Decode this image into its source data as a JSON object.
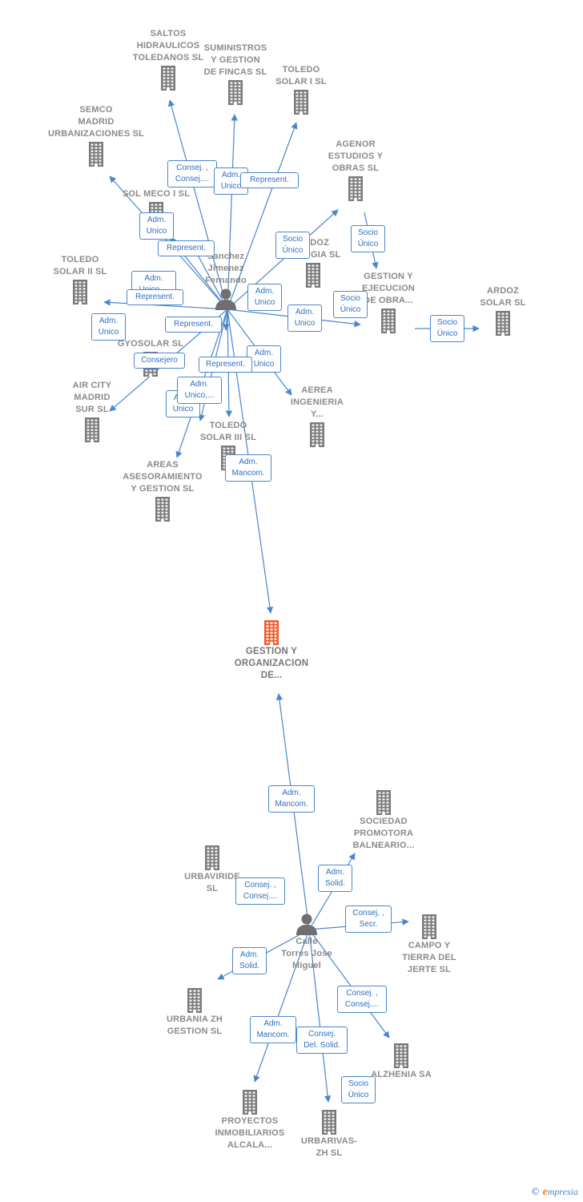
{
  "colors": {
    "link": "#4a86cf",
    "building": "#7a7a7a",
    "main_building": "#f05a28",
    "person": "#6f6f6f"
  },
  "nodes": [
    {
      "id": "saltos",
      "label": "SALTOS\nHIDRAULICOS\nTOLEDANOS SL",
      "icon": "building-icon"
    },
    {
      "id": "suministros",
      "label": "SUMINISTROS\nY GESTION\nDE FINCAS SL",
      "icon": "building-icon"
    },
    {
      "id": "toledo1",
      "label": "TOLEDO\nSOLAR I SL",
      "icon": "building-icon"
    },
    {
      "id": "semco",
      "label": "SEMCO\nMADRID\nURBANIZACIONES SL",
      "icon": "building-icon"
    },
    {
      "id": "agenor",
      "label": "AGENOR\nESTUDIOS Y\nOBRAS  SL",
      "icon": "building-icon"
    },
    {
      "id": "solmeco",
      "label": "SOL MECO I SL",
      "icon": "building-icon"
    },
    {
      "id": "ardozenergia",
      "label": "ARDOZ\nENERGIA  SL",
      "icon": "building-icon"
    },
    {
      "id": "toledo2",
      "label": "TOLEDO\nSOLAR II SL",
      "icon": "building-icon"
    },
    {
      "id": "gestionobra",
      "label": "GESTION Y\nEJECUCION\nDE OBRA...",
      "icon": "building-icon"
    },
    {
      "id": "ardozsolar",
      "label": "ARDOZ\nSOLAR  SL",
      "icon": "building-icon"
    },
    {
      "id": "gyosolar",
      "label": "GYOSOLAR SL",
      "icon": "building-icon"
    },
    {
      "id": "aircity",
      "label": "AIR CITY\nMADRID\nSUR  SL",
      "icon": "building-icon"
    },
    {
      "id": "aerea",
      "label": "AEREA\nINGENIERIA\nY...",
      "icon": "building-icon"
    },
    {
      "id": "toledo3",
      "label": "TOLEDO\nSOLAR III SL",
      "icon": "building-icon"
    },
    {
      "id": "areas",
      "label": "AREAS\nASESORAMIENTO\nY GESTION  SL",
      "icon": "building-icon"
    },
    {
      "id": "main",
      "label": "GESTION Y\nORGANIZACION\nDE...",
      "icon": "building-icon"
    },
    {
      "id": "sociedad",
      "label": "SOCIEDAD\nPROMOTORA\nBALNEARIO...",
      "icon": "building-icon"
    },
    {
      "id": "urbaviride",
      "label": "URBAVIRIDE\nSL",
      "icon": "building-icon"
    },
    {
      "id": "campo",
      "label": "CAMPO Y\nTIERRA DEL\nJERTE SL",
      "icon": "building-icon"
    },
    {
      "id": "urbaniazh",
      "label": "URBANIA ZH\nGESTION SL",
      "icon": "building-icon"
    },
    {
      "id": "alzhenia",
      "label": "ALZHENIA SA",
      "icon": "building-icon"
    },
    {
      "id": "proyectos",
      "label": "PROYECTOS\nINMOBILIARIOS\nALCALA...",
      "icon": "building-icon"
    },
    {
      "id": "urbarivas",
      "label": "URBARIVAS-\nZH  SL",
      "icon": "building-icon"
    },
    {
      "id": "sanchez",
      "label": "Sanchez\nJimenez\nFernando",
      "icon": "person-icon"
    },
    {
      "id": "calle",
      "label": "Calle\nTorres Jose\nMiguel",
      "icon": "person-icon"
    }
  ],
  "edge_labels": [
    {
      "text": "Consej. ,\nConsej...."
    },
    {
      "text": "Adm.\nUnico"
    },
    {
      "text": "Represent."
    },
    {
      "text": "Adm.\nUnico"
    },
    {
      "text": "Represent."
    },
    {
      "text": "Socio\nÚnico"
    },
    {
      "text": "Socio\nÚnico"
    },
    {
      "text": "Adm.\nUnico,..."
    },
    {
      "text": "Represent."
    },
    {
      "text": "Adm.\nUnico"
    },
    {
      "text": "Adm.\nUnico"
    },
    {
      "text": "Socio\nÚnico"
    },
    {
      "text": "Socio\nÚnico"
    },
    {
      "text": "Adm.\nUnico"
    },
    {
      "text": "Represent."
    },
    {
      "text": "Consejero"
    },
    {
      "text": "Adm.\nUnico"
    },
    {
      "text": "Represent."
    },
    {
      "text": "Adm.\nUnico"
    },
    {
      "text": "Adm.\nUnico,..."
    },
    {
      "text": "Adm.\nMancom."
    },
    {
      "text": "Adm.\nMancom."
    },
    {
      "text": "Adm.\nSolid."
    },
    {
      "text": "Consej. ,\nConsej...."
    },
    {
      "text": "Consej. ,\nSecr."
    },
    {
      "text": "Adm.\nSolid."
    },
    {
      "text": "Consej. ,\nConsej...."
    },
    {
      "text": "Adm.\nMancom."
    },
    {
      "text": "Consej.\nDel. Solid."
    },
    {
      "text": "Socio\nÚnico"
    }
  ],
  "brand": {
    "copyright": "©",
    "e": "e",
    "name": "mpresia"
  }
}
